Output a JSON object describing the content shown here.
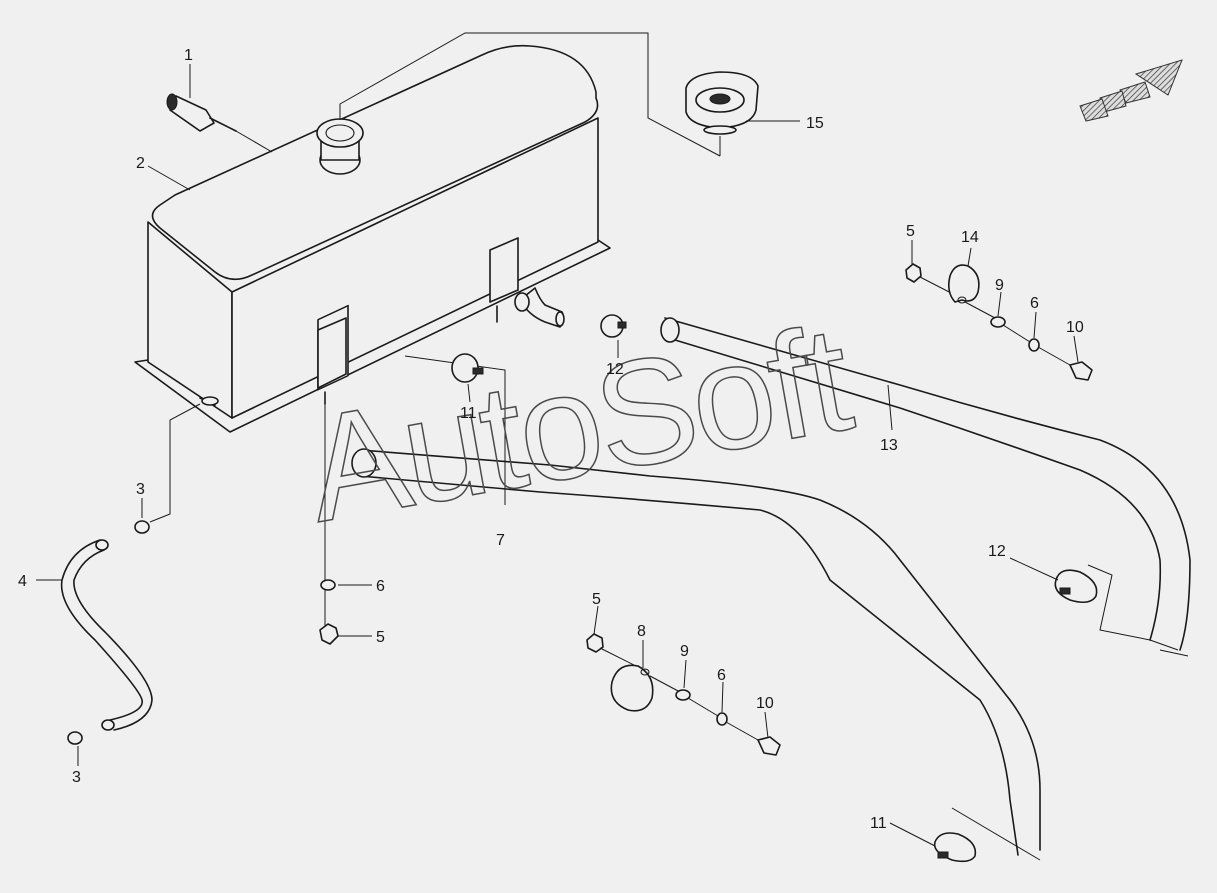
{
  "watermark": "AutoSoft",
  "callouts": {
    "c1": "1",
    "c2": "2",
    "c3a": "3",
    "c3b": "3",
    "c4": "4",
    "c5a": "5",
    "c5b": "5",
    "c5c": "5",
    "c6a": "6",
    "c6b": "6",
    "c6c": "6",
    "c7": "7",
    "c8": "8",
    "c9a": "9",
    "c9b": "9",
    "c10a": "10",
    "c10b": "10",
    "c11a": "11",
    "c11b": "11",
    "c12a": "12",
    "c12b": "12",
    "c13": "13",
    "c14": "14",
    "c15": "15"
  },
  "icons": {
    "direction_arrow": "direction-arrow-icon"
  }
}
